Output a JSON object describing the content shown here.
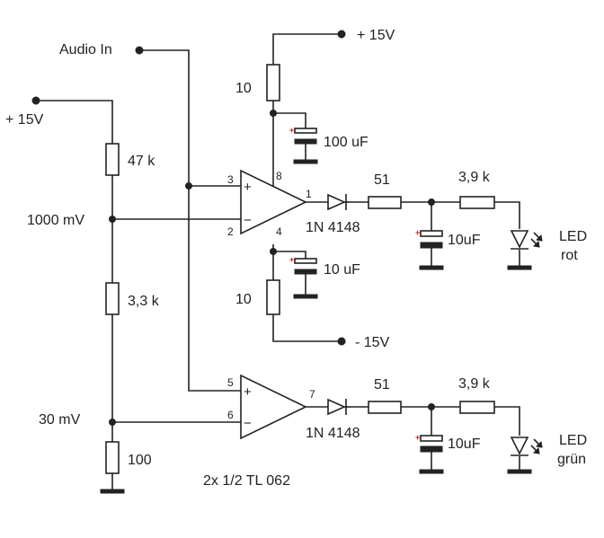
{
  "labels": {
    "vcc_top": "+ 15V",
    "vcc_left": "+ 15V",
    "vee": "- 15V",
    "audio_in": "Audio In",
    "ref_high": "1000 mV",
    "ref_low": "30 mV",
    "ic_name": "2x 1/2 TL 062"
  },
  "components": {
    "r_divider_top": "47 k",
    "r_divider_mid": "3,3 k",
    "r_divider_bot": "100",
    "r_supply_pos": "10",
    "r_supply_neg": "10",
    "c_supply_pos": "100 uF",
    "c_supply_neg": "10 uF",
    "diode_1": "1N 4148",
    "diode_2": "1N 4148",
    "r_series_1": "51",
    "r_series_2": "51",
    "c_out_1": "10uF",
    "c_out_2": "10uF",
    "r_led_1": "3,9 k",
    "r_led_2": "3,9 k",
    "led_1_line1": "LED",
    "led_1_line2": "rot",
    "led_2_line1": "LED",
    "led_2_line2": "grün"
  },
  "pins": {
    "p1": "1",
    "p2": "2",
    "p3": "3",
    "p4": "4",
    "p5": "5",
    "p6": "6",
    "p7": "7",
    "p8": "8"
  },
  "signs": {
    "plus": "+",
    "minus": "−",
    "cap_plus": "+"
  }
}
